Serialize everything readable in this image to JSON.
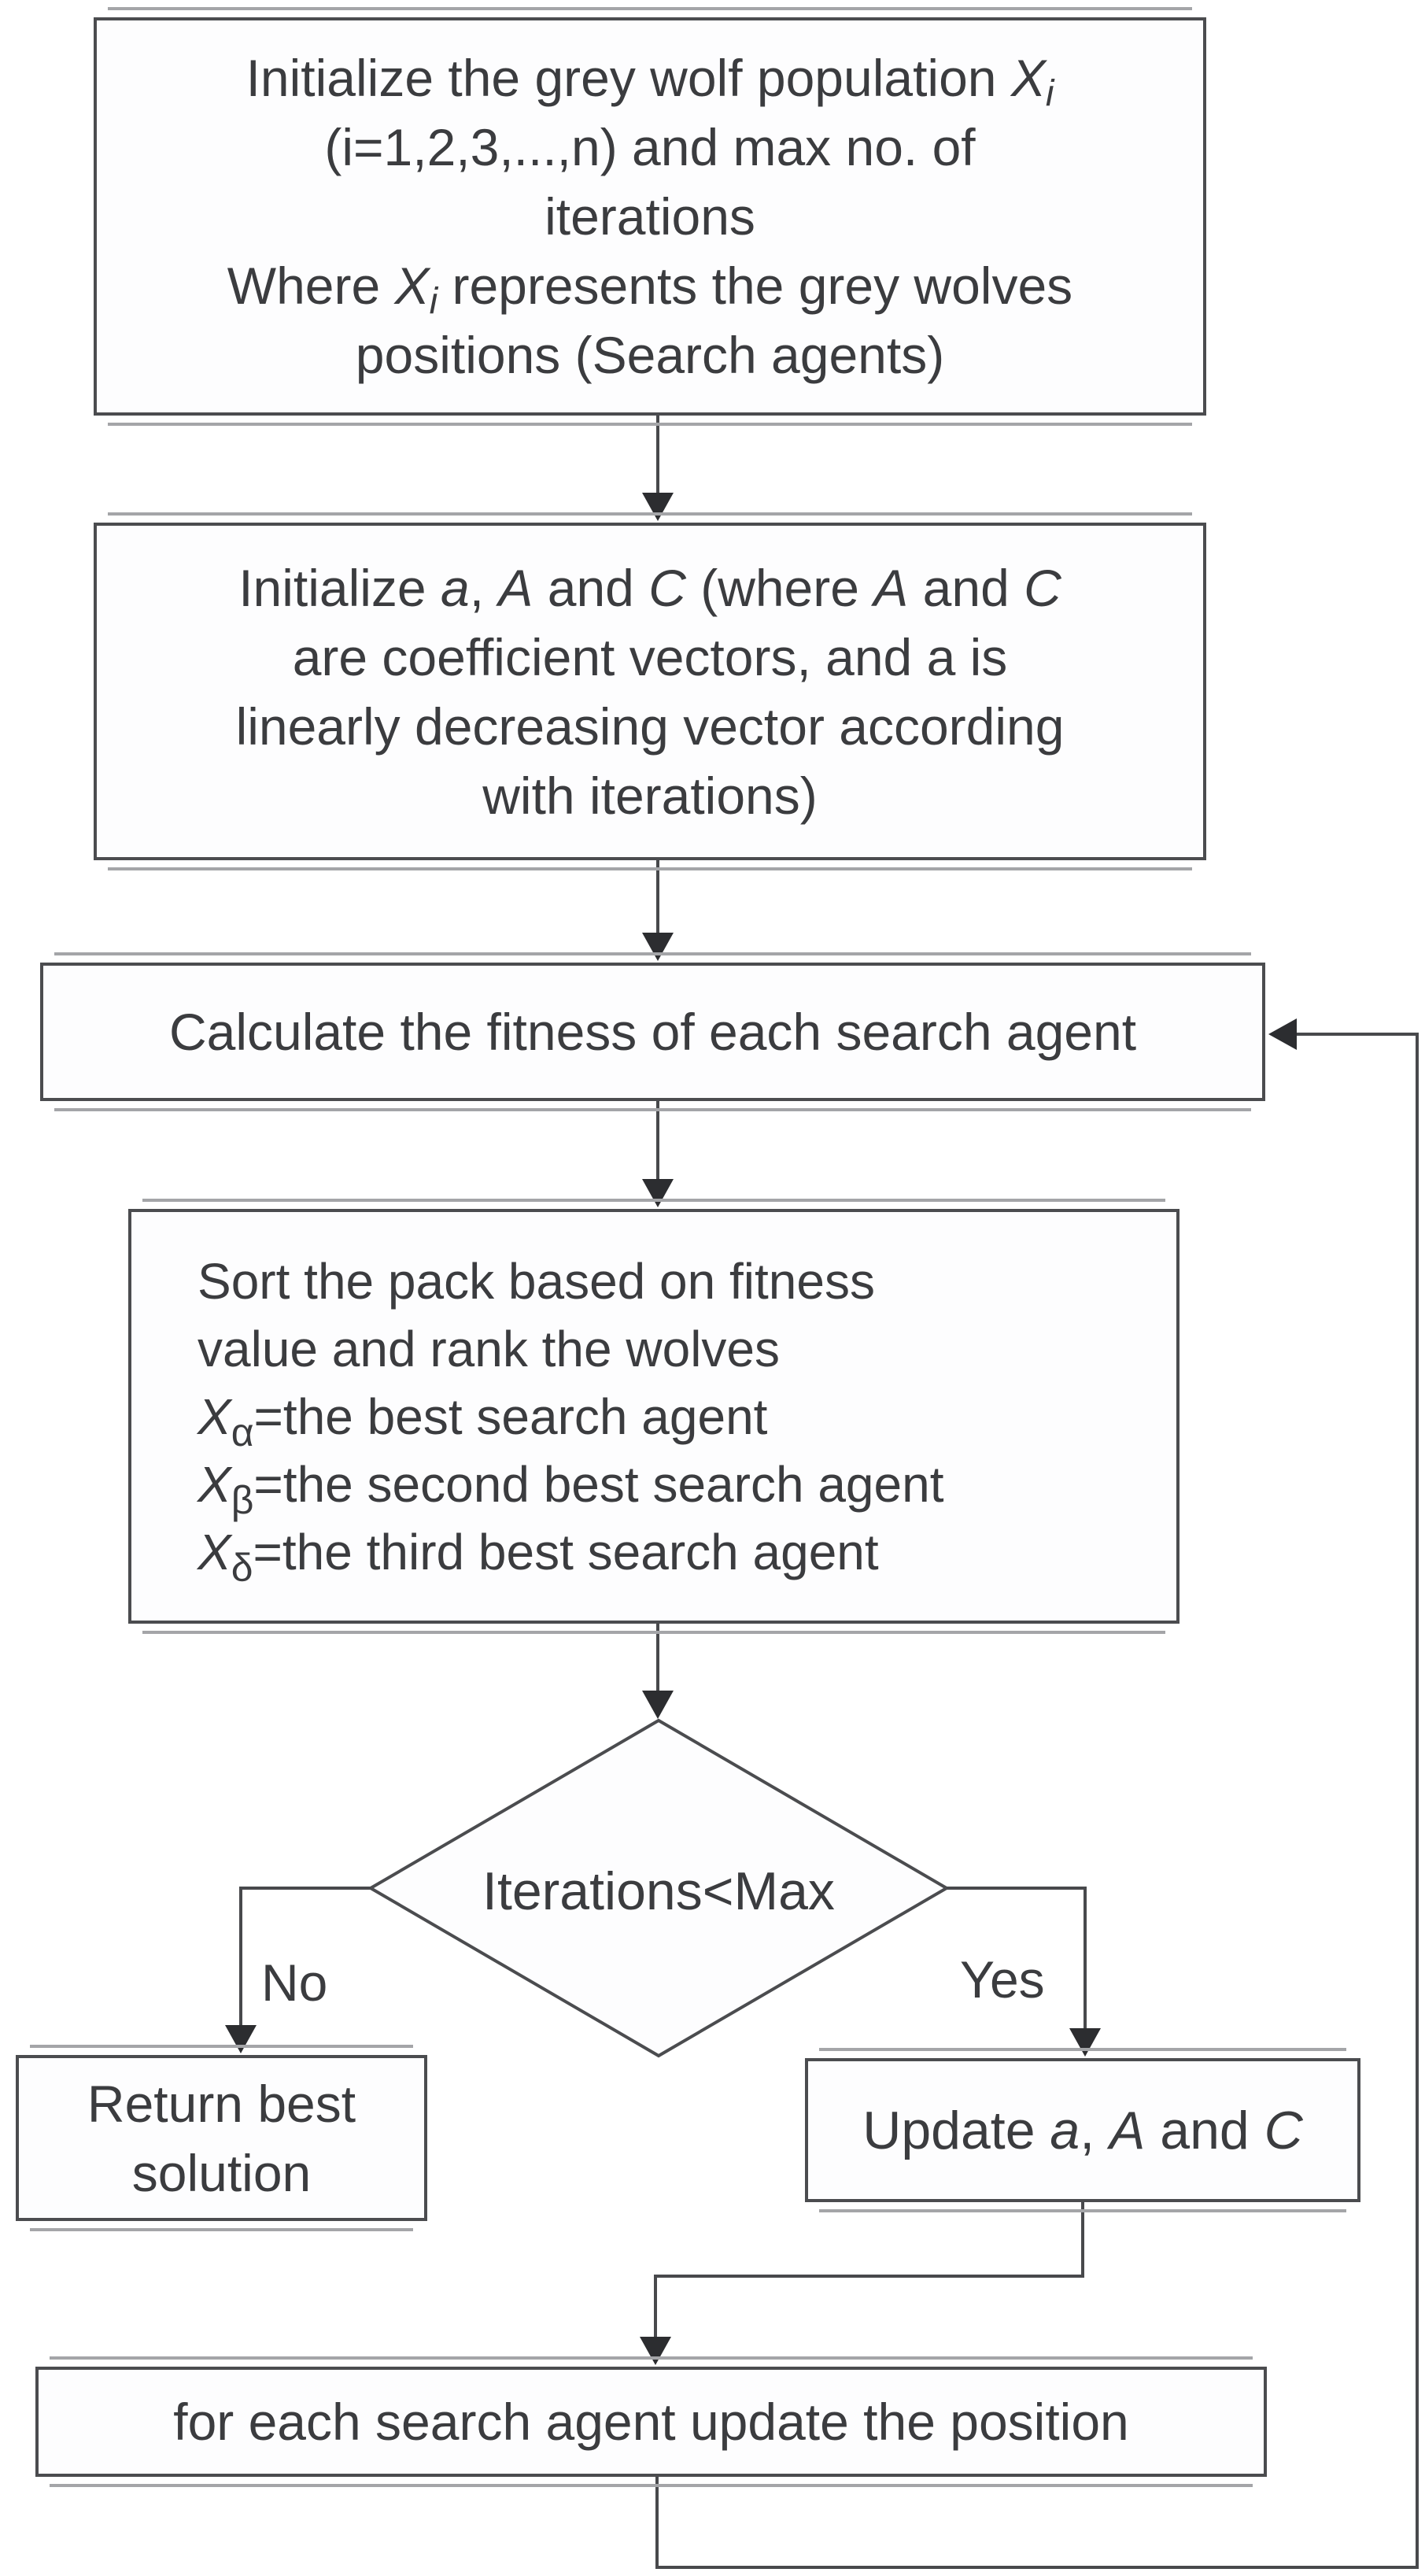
{
  "colors": {
    "page_bg": "#ffffff",
    "box_bg": "#fdfdfe",
    "box_border": "#4b4c4f",
    "connector_line": "#48494c",
    "arrowhead": "#2c2d30",
    "text": "#3b3c3f",
    "ghost_line": "#a4a5a8"
  },
  "nodes": {
    "init": {
      "lines": [
        [
          {
            "t": "Initialize the grey wolf population "
          },
          {
            "t": "X",
            "s": "i"
          },
          {
            "t": "i",
            "s": "isub"
          }
        ],
        [
          {
            "t": "(i=1,2,3,...,n) and max no. of"
          }
        ],
        [
          {
            "t": "iterations"
          }
        ],
        [
          {
            "t": "Where "
          },
          {
            "t": "X",
            "s": "i"
          },
          {
            "t": "i",
            "s": "isub"
          },
          {
            "t": " represents the grey wolves"
          }
        ],
        [
          {
            "t": "positions (Search agents)"
          }
        ]
      ]
    },
    "coeff": {
      "lines": [
        [
          {
            "t": "Initialize "
          },
          {
            "t": "a",
            "s": "i"
          },
          {
            "t": ", "
          },
          {
            "t": "A",
            "s": "i"
          },
          {
            "t": " and "
          },
          {
            "t": "C",
            "s": "i"
          },
          {
            "t": " (where "
          },
          {
            "t": "A",
            "s": "i"
          },
          {
            "t": " and "
          },
          {
            "t": "C",
            "s": "i"
          }
        ],
        [
          {
            "t": "are coefficient vectors, and a is"
          }
        ],
        [
          {
            "t": "linearly decreasing vector according"
          }
        ],
        [
          {
            "t": "with iterations)"
          }
        ]
      ]
    },
    "fitness": {
      "lines": [
        [
          {
            "t": "Calculate the fitness of each search agent"
          }
        ]
      ]
    },
    "sort": {
      "lines": [
        [
          {
            "t": "Sort the pack based on fitness"
          }
        ],
        [
          {
            "t": "value and rank the wolves"
          }
        ],
        [
          {
            "t": "X",
            "s": "i"
          },
          {
            "t": "α",
            "s": "sub"
          },
          {
            "t": "=the best search agent"
          }
        ],
        [
          {
            "t": "X",
            "s": "i"
          },
          {
            "t": "β",
            "s": "sub"
          },
          {
            "t": "=the second best search agent"
          }
        ],
        [
          {
            "t": "X",
            "s": "i"
          },
          {
            "t": "δ",
            "s": "sub"
          },
          {
            "t": "=the third best search agent"
          }
        ]
      ]
    },
    "decision": {
      "label": "Iterations<Max"
    },
    "return": {
      "lines": [
        [
          {
            "t": "Return best"
          }
        ],
        [
          {
            "t": "solution"
          }
        ]
      ]
    },
    "update": {
      "lines": [
        [
          {
            "t": "Update "
          },
          {
            "t": "a",
            "s": "i"
          },
          {
            "t": ", "
          },
          {
            "t": "A",
            "s": "i"
          },
          {
            "t": " and "
          },
          {
            "t": "C",
            "s": "i"
          }
        ]
      ]
    },
    "foreach": {
      "lines": [
        [
          {
            "t": "for each search agent update the position"
          }
        ]
      ]
    }
  },
  "labels": {
    "no": "No",
    "yes": "Yes"
  }
}
